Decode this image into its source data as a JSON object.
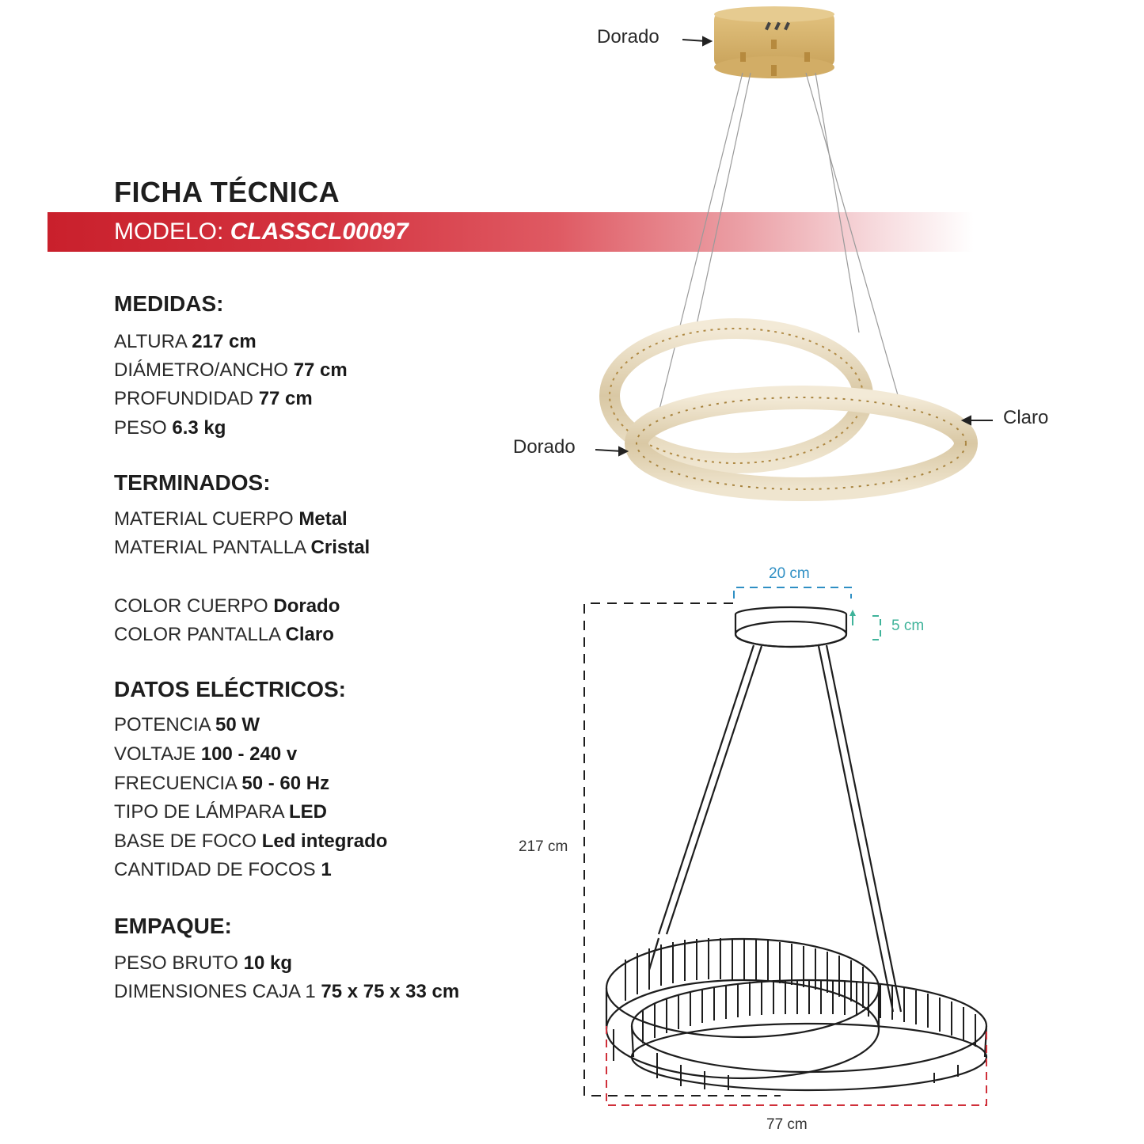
{
  "header": {
    "title": "FICHA TÉCNICA",
    "model_label": "MODELO:",
    "model_code": "CLASSCL00097"
  },
  "sections": {
    "medidas": {
      "heading": "MEDIDAS:",
      "rows": [
        {
          "label": "ALTURA",
          "value": "217 cm"
        },
        {
          "label": "DIÁMETRO/ANCHO",
          "value": "77 cm"
        },
        {
          "label": "PROFUNDIDAD",
          "value": "77 cm"
        },
        {
          "label": "PESO",
          "value": "6.3 kg"
        }
      ]
    },
    "terminados": {
      "heading": "TERMINADOS:",
      "rows": [
        {
          "label": "MATERIAL CUERPO",
          "value": "Metal"
        },
        {
          "label": "MATERIAL PANTALLA",
          "value": "Cristal"
        },
        {
          "label": "COLOR CUERPO",
          "value": "Dorado"
        },
        {
          "label": "COLOR PANTALLA",
          "value": "Claro"
        }
      ]
    },
    "electricos": {
      "heading": "DATOS ELÉCTRICOS:",
      "rows": [
        {
          "label": "POTENCIA",
          "value": "50 W"
        },
        {
          "label": "VOLTAJE",
          "value": "100 - 240 v"
        },
        {
          "label": "FRECUENCIA",
          "value": "50 - 60 Hz"
        },
        {
          "label": "TIPO DE LÁMPARA",
          "value": "LED"
        },
        {
          "label": "BASE DE FOCO",
          "value": "Led integrado"
        },
        {
          "label": "CANTIDAD DE FOCOS",
          "value": "1"
        }
      ]
    },
    "empaque": {
      "heading": "EMPAQUE:",
      "rows": [
        {
          "label": "PESO BRUTO",
          "value": "10 kg"
        },
        {
          "label": "DIMENSIONES CAJA 1",
          "value": "75 x 75 x 33 cm"
        }
      ]
    }
  },
  "photo_callouts": {
    "canopy": "Dorado",
    "ring": "Dorado",
    "crystal": "Claro"
  },
  "diagram_dimensions": {
    "canopy_width": "20 cm",
    "canopy_height": "5 cm",
    "total_height": "217 cm",
    "diameter": "77 cm"
  },
  "colors": {
    "accent_red": "#c9202c",
    "gold": "#d8b46a",
    "dim_blue": "#2f8fc4",
    "dim_teal": "#3fb39a",
    "dim_red": "#d0303a"
  }
}
